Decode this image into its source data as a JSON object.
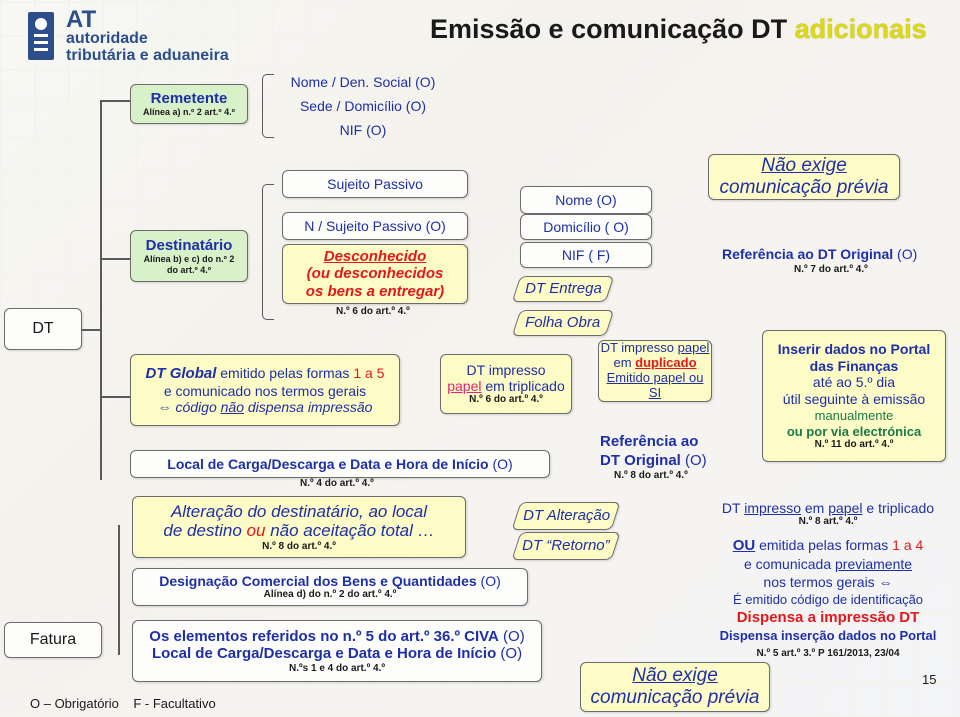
{
  "header": {
    "logo_line1": "AT",
    "logo_line2": "autoridade",
    "logo_line3": "tributária e aduaneira",
    "title_main": "Emissão e comunicação DT ",
    "title_accent": "adicionais"
  },
  "left_labels": {
    "dt": "DT",
    "fatura": "Fatura"
  },
  "remetente": {
    "title": "Remetente",
    "ref": "Alínea a) n.º 2 art.º 4.º",
    "items": [
      "Nome / Den. Social (O)",
      "Sede / Domicílio (O)",
      "NIF (O)"
    ]
  },
  "destinatario": {
    "title": "Destinatário",
    "ref_line1": "Alínea b) e c) do n.º 2",
    "ref_line2": "do art.º 4.º",
    "sujeito": "Sujeito Passivo",
    "nao_sujeito": "N / Sujeito Passivo (O)",
    "desconhecido_line1": "Desconhecido",
    "desconhecido_line2": "(ou desconhecidos",
    "desconhecido_line3": "os bens a entregar)",
    "desconhecido_ref": "N.º 6 do art.º 4.º"
  },
  "entrega": {
    "nome": "Nome (O)",
    "domicilio": "Domicílio ( O)",
    "nif": "NIF ( F)",
    "dt_entrega": "DT Entrega",
    "folha_obra": "Folha Obra"
  },
  "nao_exige_top": {
    "line1": "Não exige",
    "line2": "comunicação prévia"
  },
  "ref_original_top": {
    "label": "Referência ao DT Original",
    "suffix": " (O)",
    "ref": "N.º 7 do art.º 4.º"
  },
  "dt_global": {
    "part1": "DT Global",
    "part2": " emitido pelas formas ",
    "part3": "1 a 5",
    "line2": "e comunicado nos termos gerais",
    "arrow": "⇔",
    "line3a": " código ",
    "line3b": "não",
    "line3c": " dispensa impressão"
  },
  "dt_impresso_triplicado": {
    "line1": "DT impresso",
    "line2a": "papel",
    "line2b": " em triplicado",
    "ref": "N.º 6 do art.º 4.º"
  },
  "dt_impresso_duplicado": {
    "line1a": "DT impresso ",
    "line1b": "papel",
    "line2a": "em ",
    "line2b": "duplicado",
    "line3": "Emitido papel ou SI"
  },
  "ref_original_mid": {
    "line1": "Referência ao",
    "line2": "DT Original",
    "suffix": " (O)",
    "ref": "N.º 8 do art.º 4.º"
  },
  "inserir_dados": {
    "line1": "Inserir dados no Portal",
    "line2": "das Finanças",
    "line3": "até ao 5.º dia",
    "line4": "útil seguinte à  emissão",
    "line5": "manualmente",
    "line6": "ou por via electrónica",
    "ref": "N.º 11 do art.º 4.º"
  },
  "local_carga": {
    "label": "Local de Carga/Descarga e Data e Hora de Início",
    "suffix": " (O)",
    "ref": "N.º 4 do art.º 4.º"
  },
  "alteracao": {
    "line1": "Alteração do destinatário, ao local",
    "line2a": "de destino ",
    "line2b": "ou",
    "line2c": " não aceitação total …",
    "ref": "N.º 8 do art.º 4.º"
  },
  "dt_alteracao": "DT Alteração",
  "dt_retorno": "DT  “Retorno”",
  "designacao": {
    "label": "Designação Comercial dos Bens e Quantidades",
    "suffix": " (O)",
    "ref": "Alínea d) do n.º 2 do art.º 4.º"
  },
  "elementos": {
    "line1a": "Os elementos referidos no n.º 5 do art.º 36.º CIVA",
    "line1b": " (O)",
    "line2a": "Local de Carga/Descarga e Data e Hora de Início",
    "line2b": " (O)",
    "ref": "N.ºs 1 e 4 do art.º 4.º"
  },
  "dt_impresso_fatura": {
    "part1": "DT ",
    "part2": "impresso",
    "part3": " em ",
    "part4": "papel",
    "part5": " e triplicado",
    "ref": "N.º 8 art.º 4.º"
  },
  "ou_emitida": {
    "line1a": "OU",
    "line1b": " emitida pelas formas ",
    "line1c": "1 a 4",
    "line2a": "e comunicada ",
    "line2b": "previamente",
    "line3": "nos termos gerais ",
    "arrow": "⇔",
    "line4": "É emitido código de identificação",
    "line5": "Dispensa a impressão DT",
    "line6": "Dispensa inserção dados no Portal",
    "ref": "N.º 5 art.º 3.º P 161/2013, 23/04"
  },
  "nao_exige_bottom": {
    "line1": "Não exige",
    "line2": "comunicação prévia"
  },
  "footer": {
    "legend": "O – Obrigatório    F - Facultativo",
    "page": "15"
  },
  "colors": {
    "accent_blue": "#1f2fa8",
    "red": "#e3181c",
    "pink": "#e0237a",
    "yellow_box": "#fdfcc6",
    "green_box": "#d8f1c8",
    "title_yellow": "#e6e31a"
  }
}
